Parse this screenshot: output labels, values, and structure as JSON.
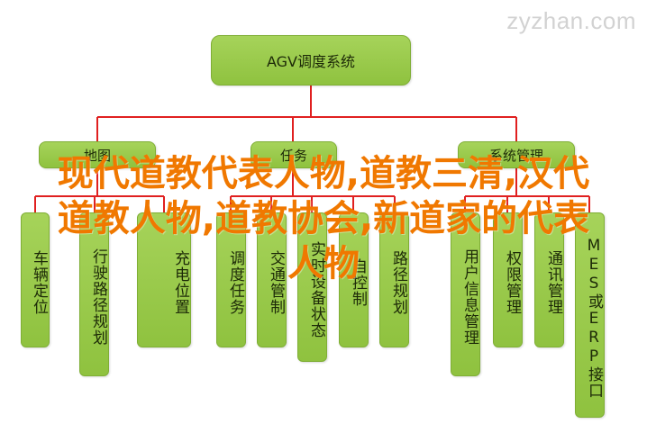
{
  "watermark": "zyzhan.com",
  "root": {
    "label": "AGV调度系统"
  },
  "mid": [
    {
      "label": "地图"
    },
    {
      "label": "任务"
    },
    {
      "label": "系统管理"
    }
  ],
  "leaves": [
    {
      "label": "车辆定位"
    },
    {
      "label": "行驶路径规划"
    },
    {
      "label": "充电位置"
    },
    {
      "label": "调度任务"
    },
    {
      "label": "交通管制"
    },
    {
      "label": "实时设备状态"
    },
    {
      "label": "自控制"
    },
    {
      "label": "路径规划"
    },
    {
      "label": "用户信息管理"
    },
    {
      "label": "权限管理"
    },
    {
      "label": "通讯管理"
    },
    {
      "label": "MES或ERP接口"
    }
  ],
  "overlay_title": {
    "line1": "现代道教代表人物,道教三清,汉代",
    "line2": "道教人物,道教协会,新道家的代表",
    "line3": "人物"
  },
  "colors": {
    "node_fill": "#98c84a",
    "connector": "#e02020",
    "overlay_text": "#f07800"
  }
}
